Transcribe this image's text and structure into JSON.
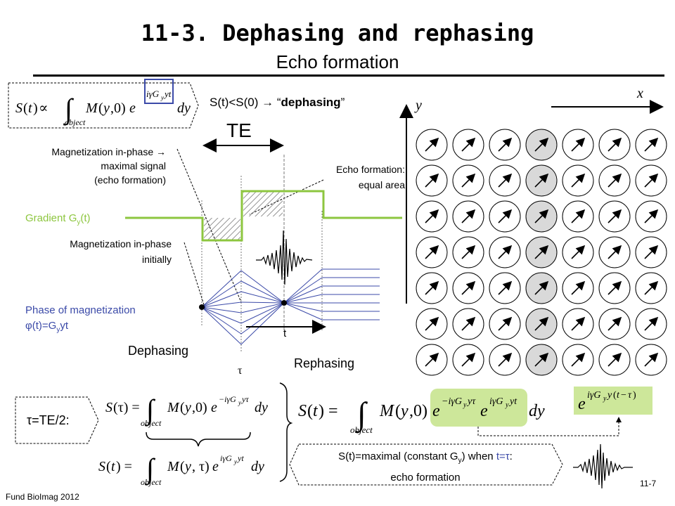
{
  "title": "11-3. Dephasing and rephasing",
  "subtitle": "Echo formation",
  "dephasing_note": {
    "text": "S(t)<S(0) → “",
    "bold": "dephasing",
    "end": "”"
  },
  "te_label": "TE",
  "labels": {
    "mag_inphase_max": [
      "Magnetization in-phase →",
      "maximal signal",
      "(echo formation)"
    ],
    "echo_equal_area": [
      "Echo formation:",
      "equal area"
    ],
    "gradient": "Gradient G",
    "gradient_sub": "y",
    "gradient_end": "(t)",
    "mag_inphase_init": [
      "Magnetization in-phase",
      "initially"
    ],
    "phase_title": "Phase of magnetization",
    "phase_formula_a": "φ(t)=G",
    "phase_formula_sub": "y",
    "phase_formula_b": "yt",
    "dephasing": "Dephasing",
    "rephasing": "Rephasing",
    "t": "t",
    "tau": "τ",
    "tau_te": "τ=TE/2:",
    "axis_x": "x",
    "axis_y": "y"
  },
  "conclusion": {
    "line1_a": "S(t)=maximal (constant G",
    "line1_sub": "y",
    "line1_b": ") when ",
    "line1_c": "t=τ",
    "line1_d": ":",
    "line2": "echo formation"
  },
  "footer": {
    "left": "Fund BioImag 2012",
    "right": "11-7"
  },
  "colors": {
    "gradient": "#8dc63f",
    "phase": "#3b4aa8",
    "highlight": "#cde79a",
    "shaded": "#d9d9d9",
    "box_border": "#3b4aa8"
  },
  "grid": {
    "rows": 7,
    "cols": 7,
    "shaded_col": 4
  }
}
